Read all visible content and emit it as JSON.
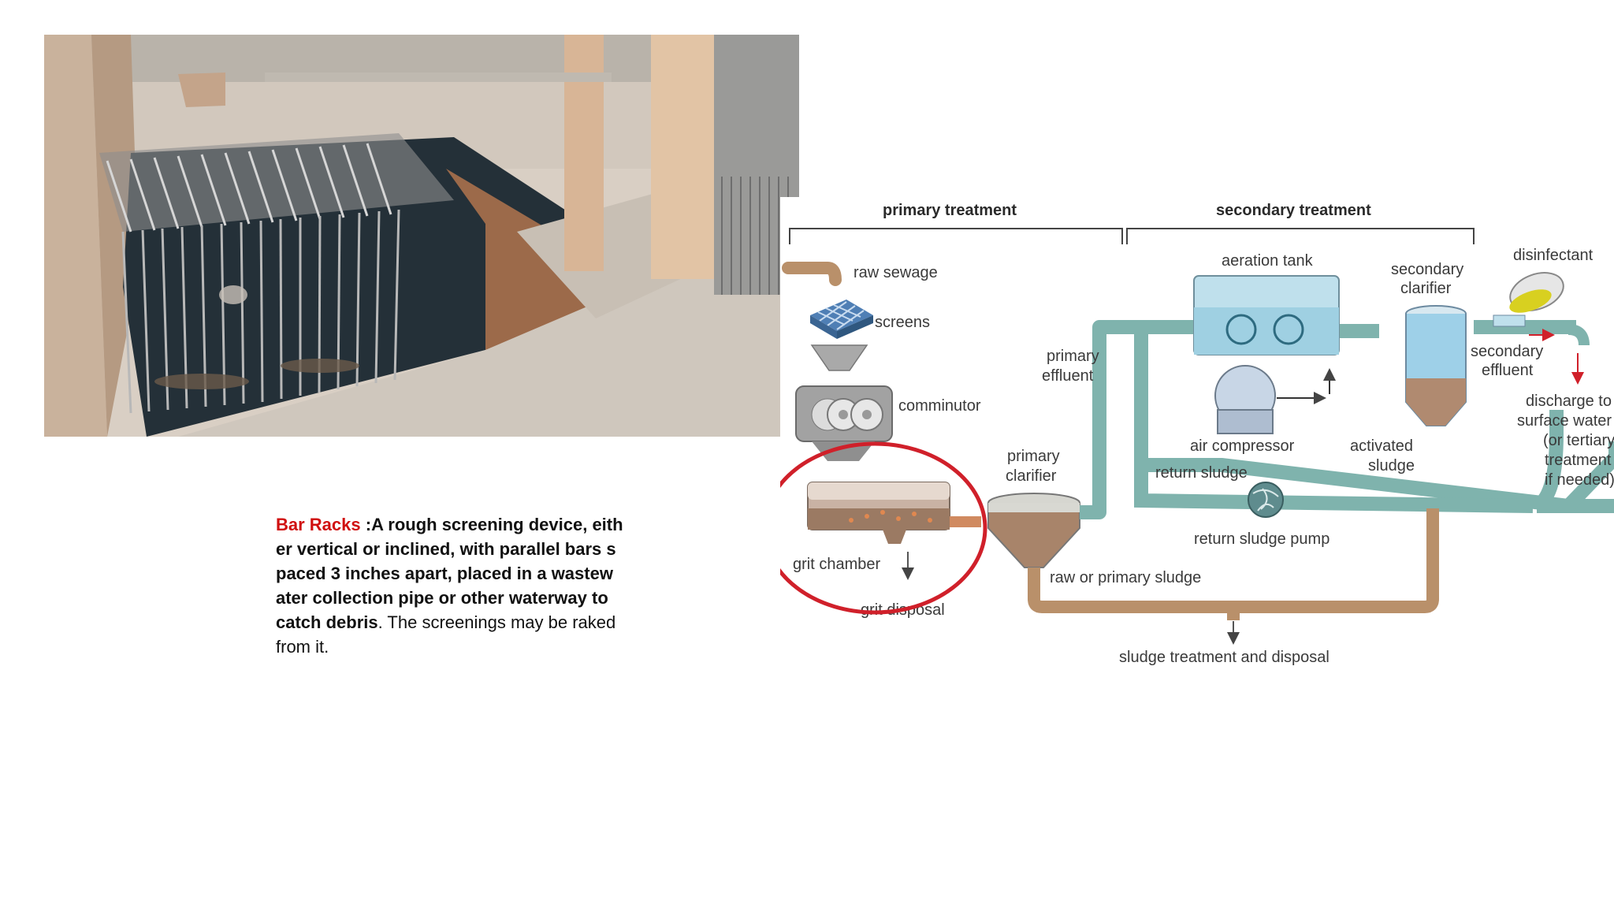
{
  "caption": {
    "term": "Bar Racks",
    "definition_lines": [
      " :A rough screening device, eith",
      "er vertical or inclined, with parallel bars s",
      "paced 3 inches apart, placed in a wastew",
      "ater collection pipe or other waterway to",
      "catch debris"
    ],
    "tail_1": ". The screenings may be raked",
    "tail_2": "from it."
  },
  "diagram": {
    "primary_treatment": "primary treatment",
    "secondary_treatment": "secondary treatment",
    "raw_sewage": "raw sewage",
    "screens": "screens",
    "comminutor": "comminutor",
    "grit_chamber": "grit chamber",
    "grit_disposal": "grit disposal",
    "primary_clarifier_1": "primary",
    "primary_clarifier_2": "clarifier",
    "primary_effluent_1": "primary",
    "primary_effluent_2": "effluent",
    "aeration_tank": "aeration tank",
    "air_compressor": "air compressor",
    "return_sludge": "return sludge",
    "return_sludge_pump": "return sludge pump",
    "activated_sludge_1": "activated",
    "activated_sludge_2": "sludge",
    "secondary_clarifier_1": "secondary",
    "secondary_clarifier_2": "clarifier",
    "disinfectant": "disinfectant",
    "secondary_effluent_1": "secondary",
    "secondary_effluent_2": "effluent",
    "discharge_1": "discharge to",
    "discharge_2": "surface water",
    "discharge_3": "(or tertiary",
    "discharge_4": "treatment",
    "discharge_5": "if needed)",
    "raw_primary_sludge": "raw or primary sludge",
    "sludge_treatment": "sludge treatment and disposal"
  },
  "colors": {
    "term_red": "#d01010",
    "pipe_teal": "#7fb3ad",
    "sludge_brown": "#b9906a",
    "highlight_circle": "#d0202a"
  }
}
